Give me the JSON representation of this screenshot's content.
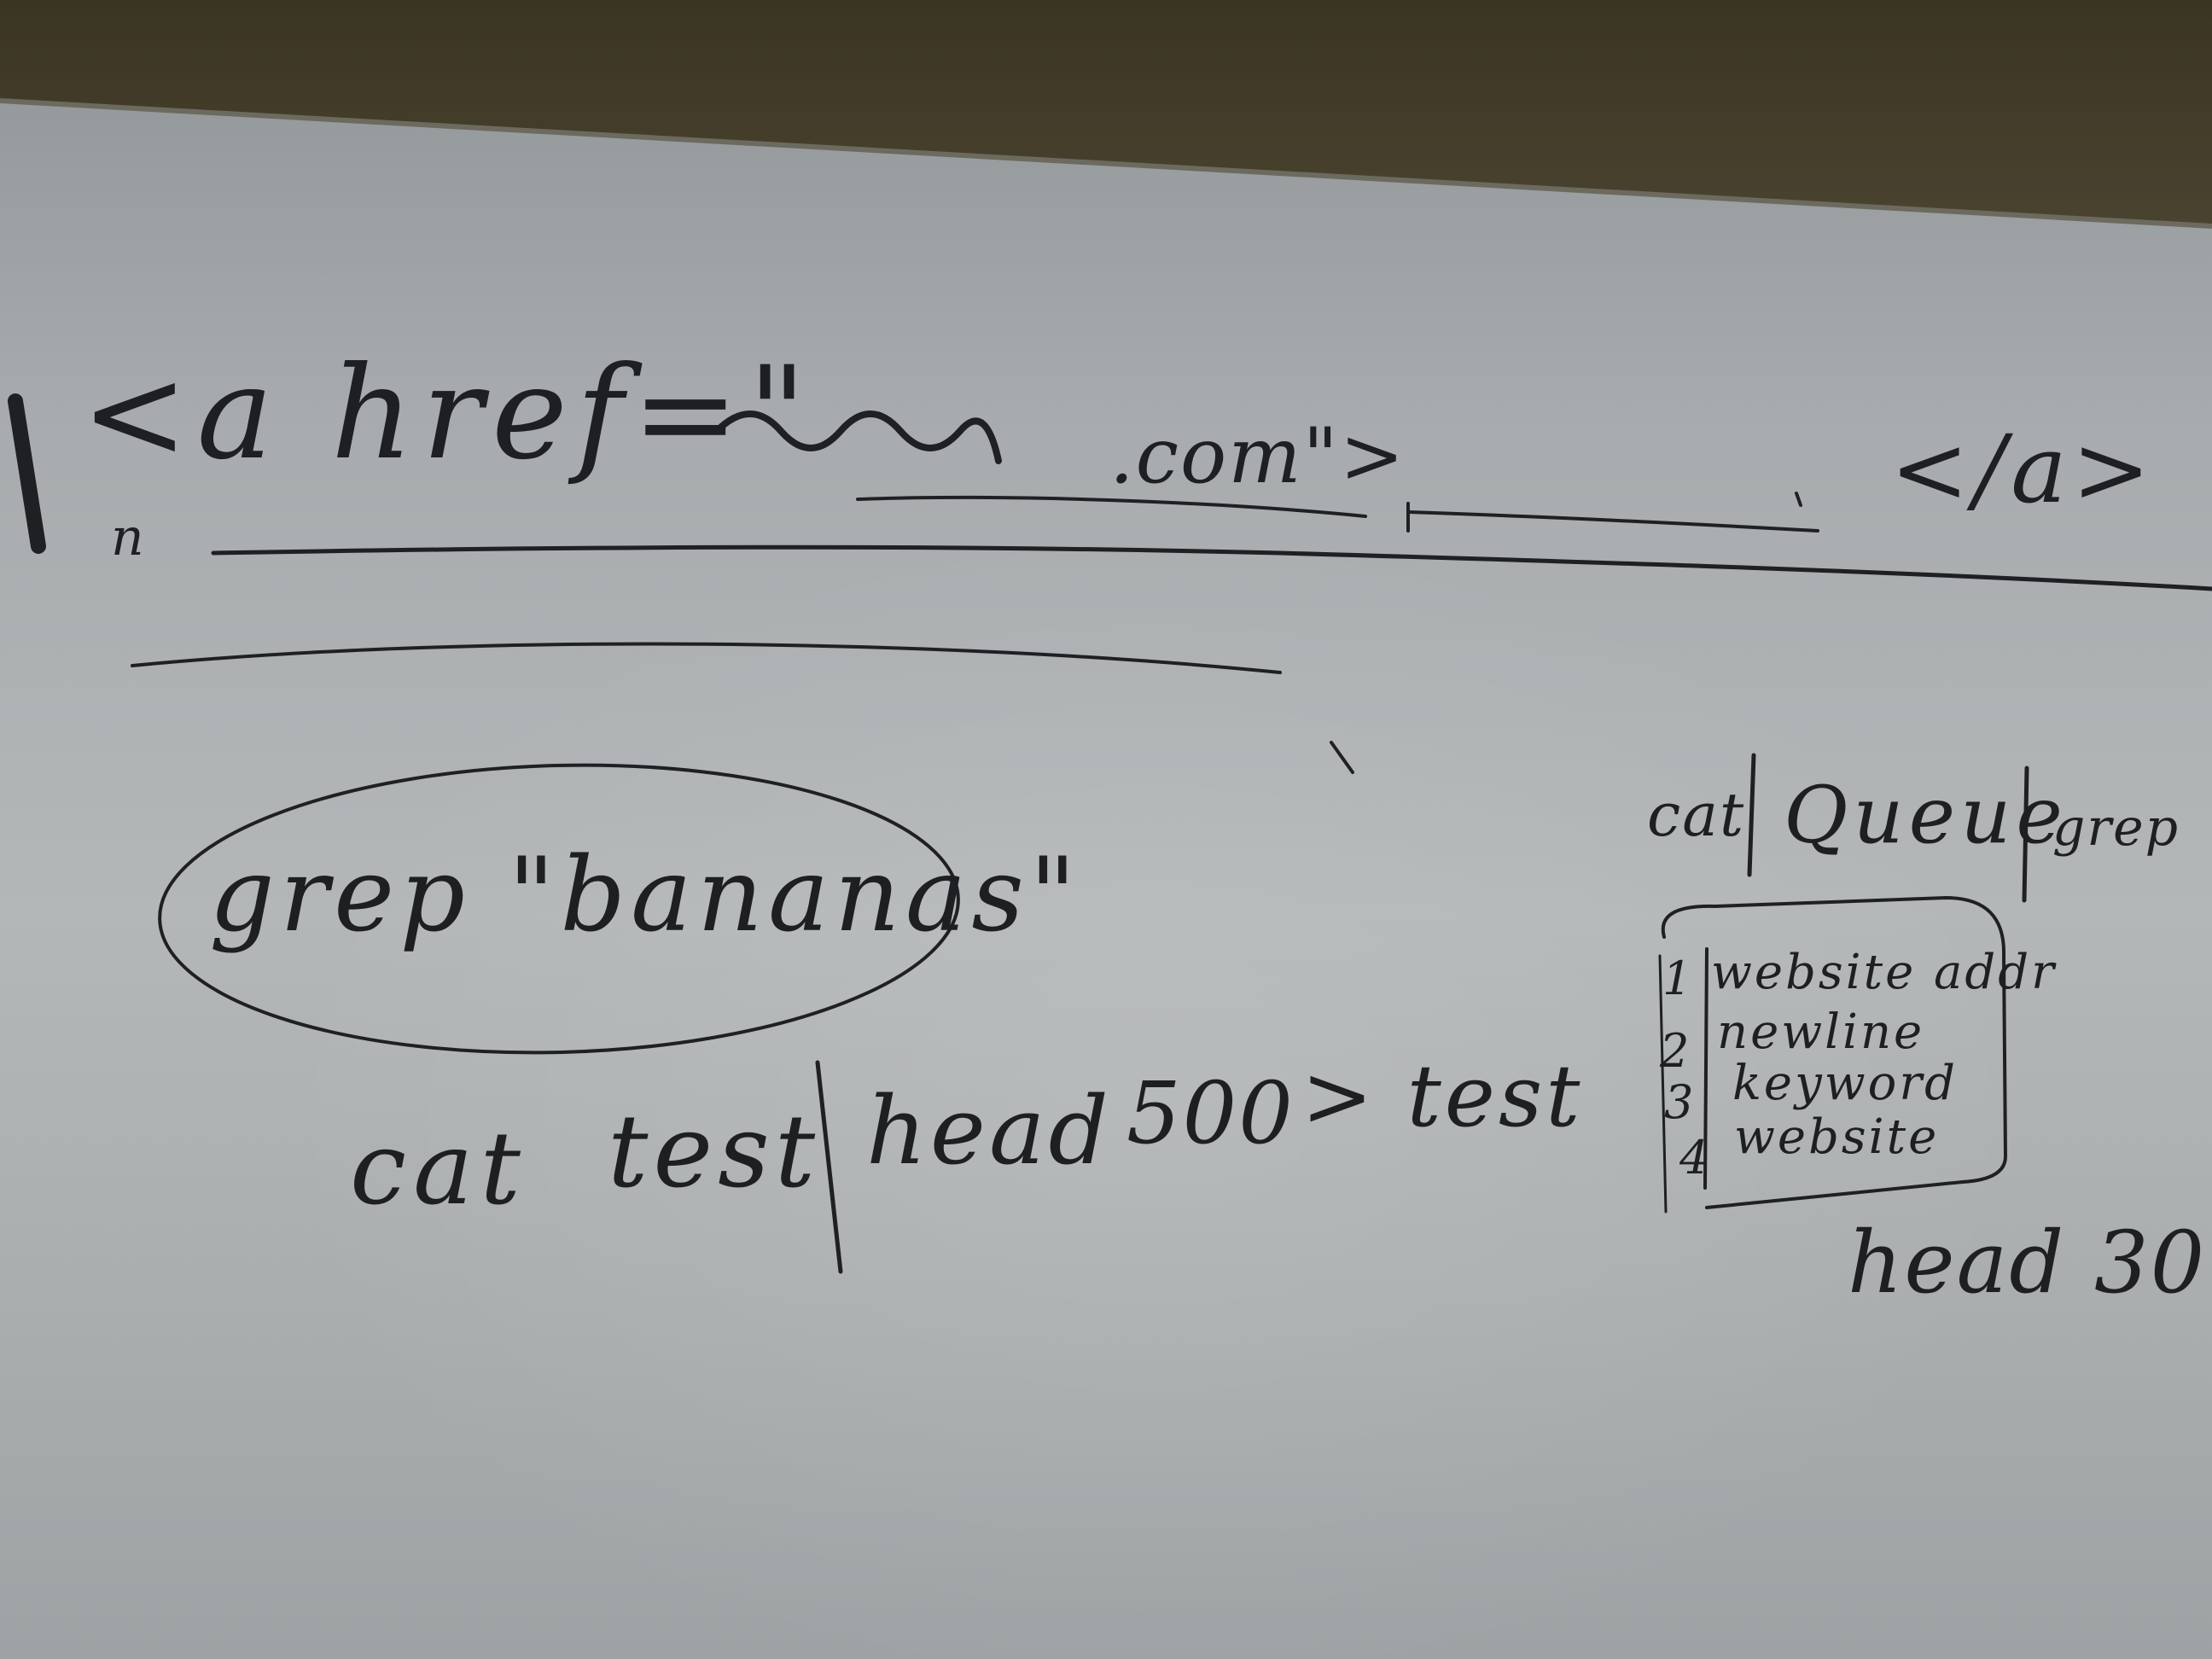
{
  "whiteboard": {
    "anchor_tag": {
      "open": "<a href=\"",
      "domain": ".com\">",
      "close": "</a>",
      "mark": "n"
    },
    "grep_command": "grep \"bananas\"",
    "pipeline": {
      "cat": "cat",
      "file": "test",
      "head": "head",
      "count": "500",
      "redirect": "> test"
    },
    "queue": {
      "left": "cat",
      "middle": "Queue",
      "right": "grep"
    },
    "table": {
      "rows": [
        {
          "num": "1",
          "text": "website addr"
        },
        {
          "num": "2",
          "text": "newline"
        },
        {
          "num": "3",
          "text": "keyword"
        },
        {
          "num": "4",
          "text": "website"
        }
      ]
    },
    "head_note": "head 30"
  }
}
